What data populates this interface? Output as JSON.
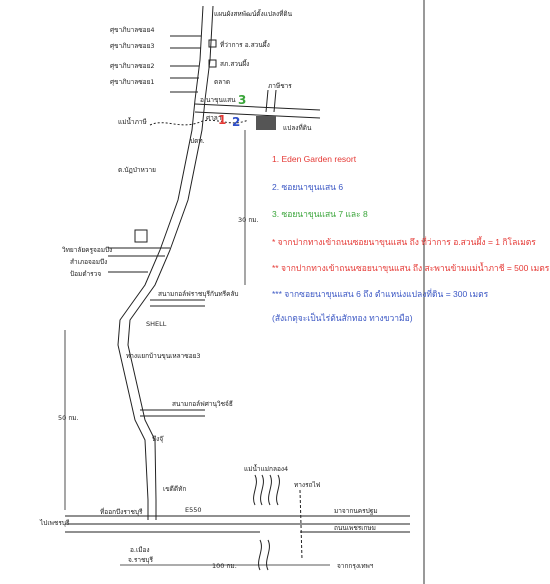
{
  "map": {
    "title": "แผนผังสหพัฒน์ตั้งแปลงที่ดิน",
    "left_labels": [
      "ศุขาภิบาลซอย4",
      "ศุขาภิบาลซอย3",
      "ศุขาภิบาลซอย2",
      "ศุขาภิบาลซอย1",
      "แม่น้ำภาษี",
      "ต.บัฏป่าหวาย",
      "วิทยาลัยครูจอมบึง",
      "สำเภอจอมบึง",
      "ป้อมตำรวจ",
      "SHELL",
      "ทางแยกบ้านขุนเหลาซอย3",
      "ไปเพชรบุรี",
      "อ.เมือง",
      "จ.ราชบุรี"
    ],
    "places": [
      "ที่ว่าการ อ.สวนผึ้ง",
      "สภ.สวนผึ้ง",
      "ตลาด",
      "อ.นาขุนแสน",
      "ศาลา",
      "ภาษีชาร",
      "แปลงที่ดิน",
      "ปตท.",
      "สนามกอล์ฟราชบุรีกันทรีคลับ",
      "สนามกอล์ฟศานุวิชจ์ธี",
      "บึงจุ๊",
      "เขตีดีทัก",
      "แม่น้ำแม่กลอง4",
      "ทางรถไฟ",
      "มาจากนครปฐม",
      "ถนนเพชรเกษม",
      "ที่ออกบึงราชบุรี",
      "จากกรุงเทพฯ"
    ],
    "road_code": "E550",
    "distances": [
      "30 กม.",
      "50 กม.",
      "100 กม."
    ],
    "markers": [
      {
        "label": "1",
        "color": "#e53935"
      },
      {
        "label": "2",
        "color": "#2f4fc9"
      },
      {
        "label": "3",
        "color": "#3aa53a"
      }
    ]
  },
  "legend": [
    {
      "text": "1. Eden Garden resort",
      "color": "red"
    },
    {
      "text": "2. ซอยนาขุนแสน 6",
      "color": "blue"
    },
    {
      "text": "3. ซอยนาขุนแสน 7 และ 8",
      "color": "green"
    },
    {
      "text": "* จากปากทางเข้าถนนซอยนาขุนแสน ถึง ที่ว่าการ อ.สวนผึ้ง = 1 กิโลเมตร",
      "color": "red"
    },
    {
      "text": "** จากปากทางเข้าถนนซอยนาขุนแสน ถึง สะพานข้ามแม่น้ำภาชี = 500 เมตร",
      "color": "red"
    },
    {
      "text": "*** จากซอยนาขุนแสน 6 ถึง ตำแหน่งแปลงที่ดิน = 300 เมตร",
      "color": "blue"
    },
    {
      "text": "(สังเกตุจะเป็นไร่ต้นสักทอง ทางขวามือ)",
      "color": "blue"
    }
  ]
}
